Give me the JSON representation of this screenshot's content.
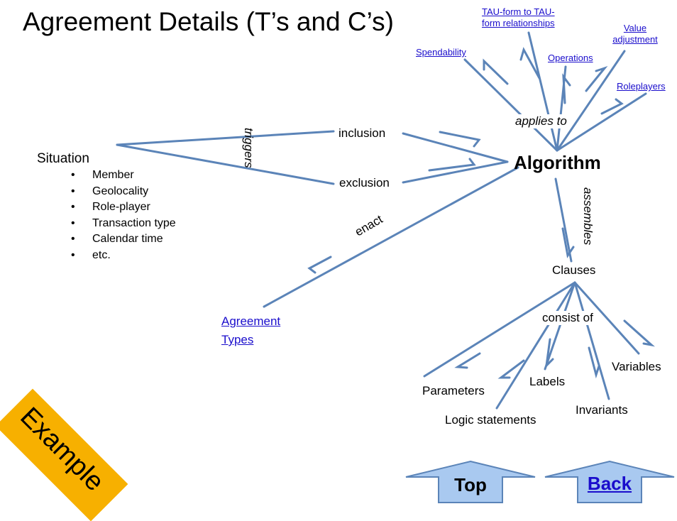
{
  "page": {
    "title": "Agreement Details (T’s and C’s)"
  },
  "diagram": {
    "situation": {
      "label": "Situation",
      "items": [
        "Member",
        "Geolocality",
        "Role-player",
        "Transaction type",
        "Calendar time",
        "etc."
      ]
    },
    "triggers_label": "triggers",
    "inclusion_label": "inclusion",
    "exclusion_label": "exclusion",
    "enact_label": "enact",
    "agreement_types_link": [
      "Agreement",
      "Types"
    ],
    "algorithm_label": "Algorithm",
    "applies_to_label": "applies to",
    "assembles_label": "assembles",
    "clauses_label": "Clauses",
    "consist_of_label": "consist of",
    "applies_targets": {
      "spendability": "Spendability",
      "tau_form": [
        "TAU-form to TAU-",
        "form relationships"
      ],
      "operations": "Operations",
      "value_adjustment": [
        "Value",
        "adjustment"
      ],
      "roleplayers": "Roleplayers"
    },
    "clause_parts": {
      "parameters": "Parameters",
      "logic_statements": "Logic statements",
      "labels": "Labels",
      "invariants": "Invariants",
      "variables": "Variables"
    },
    "line_color": "#5b84b8"
  },
  "badge": {
    "label": "Example",
    "color": "#f7b000"
  },
  "nav": {
    "top_label": "Top",
    "back_label": "Back",
    "arrow_fill": "#a9c9f0",
    "arrow_stroke": "#5b84b8"
  }
}
